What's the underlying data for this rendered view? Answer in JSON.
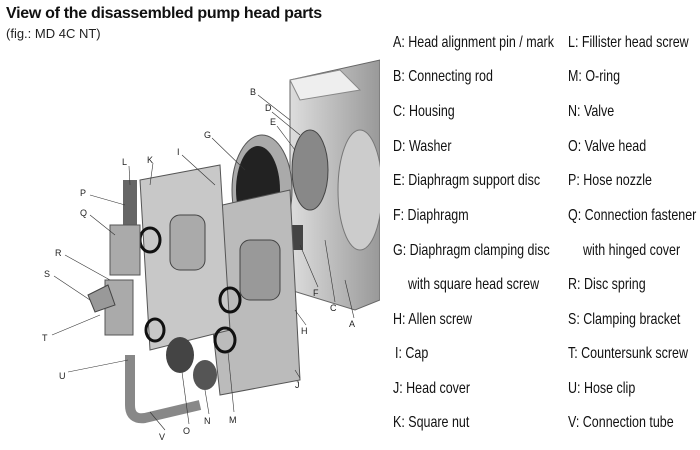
{
  "header": {
    "title": "View of the disassembled pump head parts",
    "subtitle": "(fig.: MD 4C NT)"
  },
  "legend": {
    "left": [
      "A: Head alignment pin / mark",
      "B: Connecting rod",
      "C: Housing",
      "D: Washer",
      "E: Diaphragm support disc",
      "F: Diaphragm",
      "G: Diaphragm clamping disc",
      "with square head screw",
      "H: Allen screw",
      "I: Cap",
      "J:  Head cover",
      "K: Square nut"
    ],
    "right": [
      "L: Fillister head screw",
      "M: O-ring",
      "N: Valve",
      "O: Valve head",
      "P: Hose nozzle",
      "Q: Connection fastener",
      "with hinged cover",
      "R: Disc spring",
      "S: Clamping bracket",
      "T: Countersunk screw",
      "U: Hose clip",
      "V: Connection tube"
    ]
  },
  "callouts": [
    "A",
    "B",
    "C",
    "D",
    "E",
    "F",
    "G",
    "H",
    "I",
    "J",
    "K",
    "L",
    "M",
    "N",
    "O",
    "P",
    "Q",
    "R",
    "S",
    "T",
    "U",
    "V"
  ]
}
